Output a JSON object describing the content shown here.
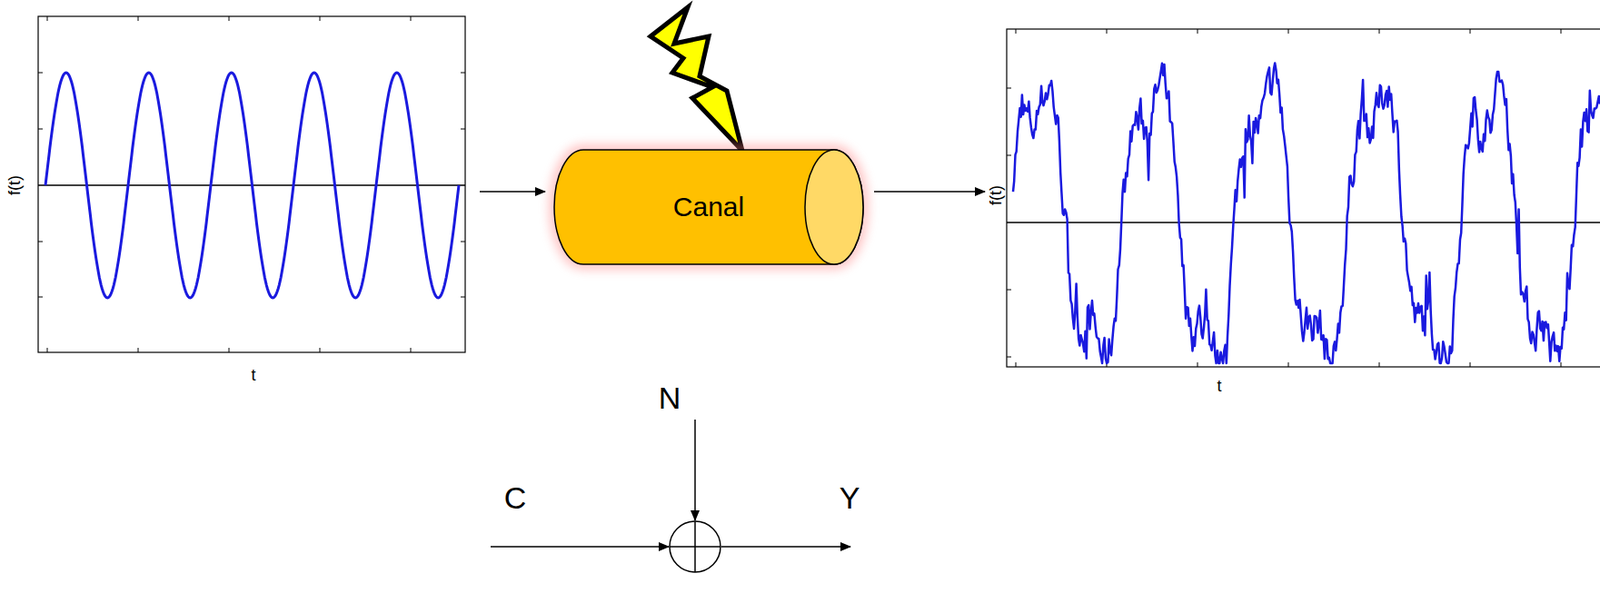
{
  "diagram": {
    "nodes": [
      {
        "text": [
          "Canal"
        ]
      }
    ],
    "labels": [
      "f(t)",
      "t",
      "f(t)",
      "t",
      "N",
      "C",
      "Y"
    ]
  }
}
